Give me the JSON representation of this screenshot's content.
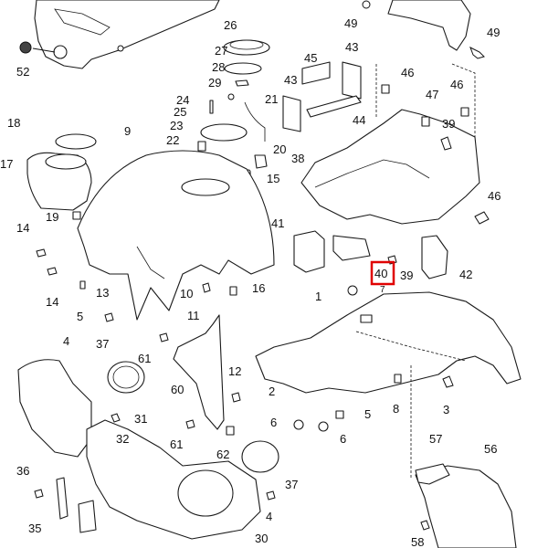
{
  "diagram": {
    "title": "Exploded parts diagram - front body panels",
    "highlight_color": "#e00000",
    "highlighted_callout": "40",
    "callouts": [
      {
        "id": "c52",
        "label": "52"
      },
      {
        "id": "c49a",
        "label": "49"
      },
      {
        "id": "c49b",
        "label": "49"
      },
      {
        "id": "c26",
        "label": "26"
      },
      {
        "id": "c27",
        "label": "27"
      },
      {
        "id": "c28",
        "label": "28"
      },
      {
        "id": "c29",
        "label": "29"
      },
      {
        "id": "c24",
        "label": "24"
      },
      {
        "id": "c25",
        "label": "25"
      },
      {
        "id": "c23",
        "label": "23"
      },
      {
        "id": "c22",
        "label": "22"
      },
      {
        "id": "c21",
        "label": "21"
      },
      {
        "id": "c20",
        "label": "20"
      },
      {
        "id": "c15",
        "label": "15"
      },
      {
        "id": "c45",
        "label": "45"
      },
      {
        "id": "c43a",
        "label": "43"
      },
      {
        "id": "c43b",
        "label": "43"
      },
      {
        "id": "c44",
        "label": "44"
      },
      {
        "id": "c46a",
        "label": "46"
      },
      {
        "id": "c46b",
        "label": "46"
      },
      {
        "id": "c46c",
        "label": "46"
      },
      {
        "id": "c47",
        "label": "47"
      },
      {
        "id": "c39a",
        "label": "39"
      },
      {
        "id": "c38",
        "label": "38"
      },
      {
        "id": "c18",
        "label": "18"
      },
      {
        "id": "c17",
        "label": "17"
      },
      {
        "id": "c9",
        "label": "9"
      },
      {
        "id": "c19",
        "label": "19"
      },
      {
        "id": "c14a",
        "label": "14"
      },
      {
        "id": "c14b",
        "label": "14"
      },
      {
        "id": "c5a",
        "label": "5"
      },
      {
        "id": "c13",
        "label": "13"
      },
      {
        "id": "c10",
        "label": "10"
      },
      {
        "id": "c11",
        "label": "11"
      },
      {
        "id": "c16",
        "label": "16"
      },
      {
        "id": "c41",
        "label": "41"
      },
      {
        "id": "c40",
        "label": "40"
      },
      {
        "id": "c39b",
        "label": "39"
      },
      {
        "id": "c42",
        "label": "42"
      },
      {
        "id": "c7",
        "label": "7"
      },
      {
        "id": "c1",
        "label": "1"
      },
      {
        "id": "c4a",
        "label": "4"
      },
      {
        "id": "c37a",
        "label": "37"
      },
      {
        "id": "c61a",
        "label": "61"
      },
      {
        "id": "c60",
        "label": "60"
      },
      {
        "id": "c12",
        "label": "12"
      },
      {
        "id": "c2",
        "label": "2"
      },
      {
        "id": "c8",
        "label": "8"
      },
      {
        "id": "c3",
        "label": "3"
      },
      {
        "id": "c6a",
        "label": "6"
      },
      {
        "id": "c6b",
        "label": "6"
      },
      {
        "id": "c5b",
        "label": "5"
      },
      {
        "id": "c31",
        "label": "31"
      },
      {
        "id": "c32",
        "label": "32"
      },
      {
        "id": "c61b",
        "label": "61"
      },
      {
        "id": "c62",
        "label": "62"
      },
      {
        "id": "c37b",
        "label": "37"
      },
      {
        "id": "c36",
        "label": "36"
      },
      {
        "id": "c35",
        "label": "35"
      },
      {
        "id": "c4b",
        "label": "4"
      },
      {
        "id": "c30",
        "label": "30"
      },
      {
        "id": "c57",
        "label": "57"
      },
      {
        "id": "c56",
        "label": "56"
      },
      {
        "id": "c58",
        "label": "58"
      }
    ]
  }
}
